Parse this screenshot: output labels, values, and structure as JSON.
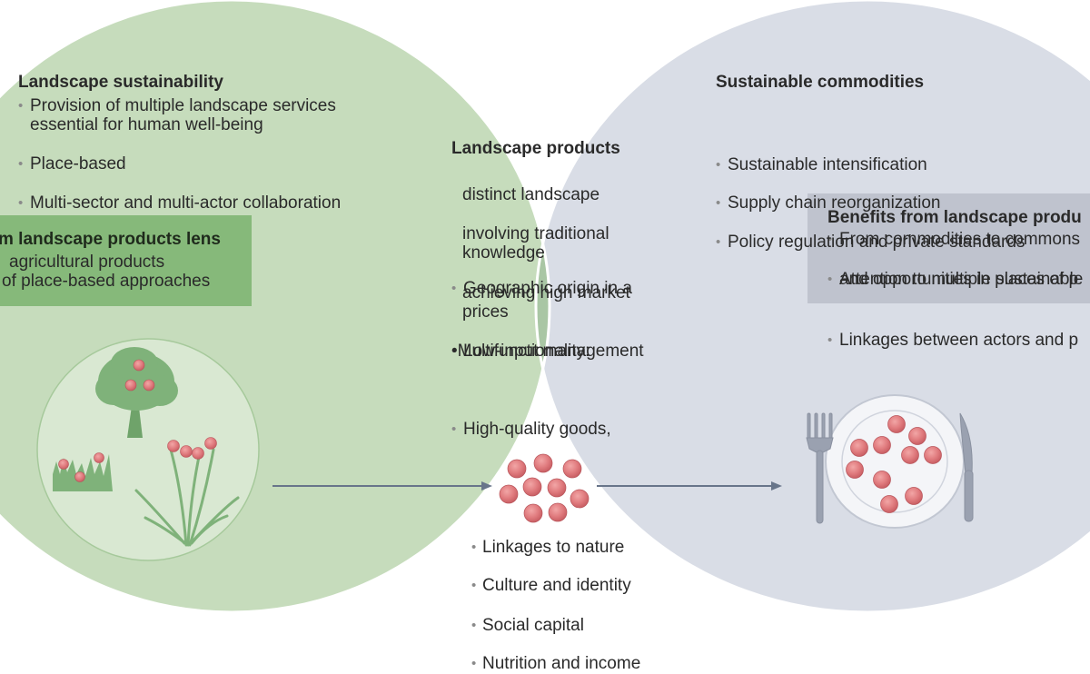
{
  "landscape_sustainability": {
    "title": "Landscape sustainability",
    "bullets": [
      "Provision of multiple landscape services",
      "essential for human well-being",
      "Place-based",
      "Multi-sector and multi-actor collaboration"
    ]
  },
  "sustainable_commodities": {
    "title": "Sustainable commodities",
    "bullets": [
      "Sustainable intensification",
      "Supply chain reorganization",
      "Policy regulation and private standards"
    ]
  },
  "landscape_products": {
    "title": "Landscape products",
    "bullets": [
      "Geographic origin in a",
      "distinct landscape",
      "Low-input management",
      "involving traditional",
      "knowledge",
      "High-quality goods,",
      "achieving high market",
      "prices"
    ],
    "multifunctionality_label": "•Multifunctionality:",
    "multifunctionality_items": [
      "Linkages to nature",
      "Culture and identity",
      "Social capital",
      "Nutrition and income"
    ]
  },
  "left_box": {
    "title": "m landscape products lens",
    "lines": [
      "agricultural products",
      "of place-based approaches"
    ]
  },
  "right_box": {
    "title": "Benefits from landscape produ",
    "bullets": [
      "From commodities to commons",
      "Attention to multiple sustainable",
      "and opportunities in places of p",
      "Linkages between actors and p"
    ]
  },
  "colors": {
    "left_circle": "#c6dcbc",
    "right_circle": "#d9dde6",
    "overlap": "#a9c6a4",
    "fruit": "#e07b7e",
    "arrow": "#68758a",
    "plant": "#7fb27a"
  },
  "icons": [
    "tree-icon",
    "grass-icon",
    "reed-plant-icon",
    "fruit-cluster-icon",
    "plate-icon",
    "fork-icon",
    "knife-icon"
  ]
}
